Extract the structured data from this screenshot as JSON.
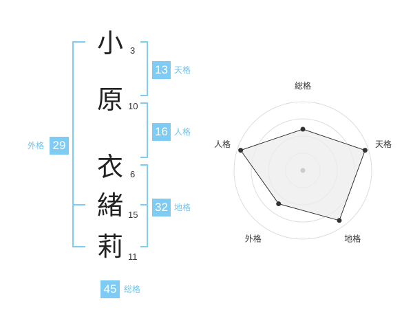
{
  "name": {
    "chars": [
      {
        "char": "小",
        "strokes": "3"
      },
      {
        "char": "原",
        "strokes": "10"
      },
      {
        "char": "衣",
        "strokes": "6"
      },
      {
        "char": "緒",
        "strokes": "15"
      },
      {
        "char": "莉",
        "strokes": "11"
      }
    ]
  },
  "fortunes": {
    "tenkaku": {
      "value": "13",
      "label": "天格"
    },
    "jinkaku": {
      "value": "16",
      "label": "人格"
    },
    "chikaku": {
      "value": "32",
      "label": "地格"
    },
    "gaikaku": {
      "value": "29",
      "label": "外格"
    },
    "soukaku": {
      "value": "45",
      "label": "総格"
    }
  },
  "colors": {
    "accent": "#7ecbf3",
    "text": "#222222",
    "radar_fill": "#ececec",
    "radar_stroke": "#333333"
  },
  "chart_data": {
    "type": "radar",
    "axes": [
      "総格",
      "天格",
      "地格",
      "外格",
      "人格"
    ],
    "values": [
      0.6,
      0.95,
      0.9,
      0.6,
      0.95
    ],
    "range": [
      0,
      1
    ],
    "rings": 4
  }
}
